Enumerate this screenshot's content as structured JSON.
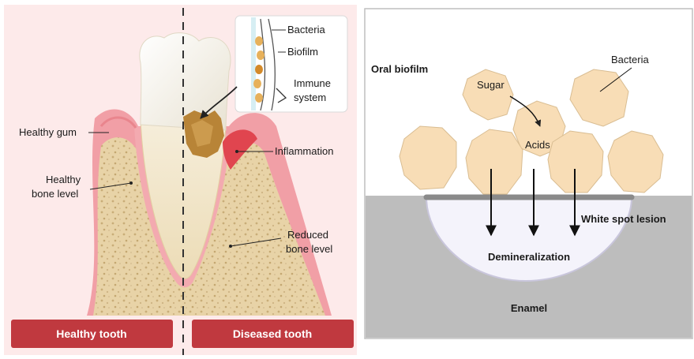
{
  "left_panel": {
    "labels": {
      "healthy_gum": "Healthy gum",
      "healthy_bone_line1": "Healthy",
      "healthy_bone_line2": "bone level",
      "inflammation": "Inflammation",
      "reduced_bone_line1": "Reduced",
      "reduced_bone_line2": "bone level"
    },
    "inset": {
      "bacteria": "Bacteria",
      "biofilm": "Biofilm",
      "immune_line1": "Immune",
      "immune_line2": "system"
    },
    "banners": {
      "healthy": "Healthy tooth",
      "diseased": "Diseased tooth"
    }
  },
  "right_panel": {
    "oral_biofilm": "Oral biofilm",
    "bacteria": "Bacteria",
    "sugar": "Sugar",
    "acids": "Acids",
    "white_spot_lesion": "White spot lesion",
    "demineralization": "Demineralization",
    "enamel": "Enamel"
  },
  "colors": {
    "left_background": "#fdeaea",
    "gum": "#f0a0a6",
    "bone": "#e6d2a8",
    "banner": "#c0393f",
    "bacteria_cell": "#f8ddb6",
    "enamel": "#bdbdbd",
    "lesion": "#f4f3fb"
  }
}
